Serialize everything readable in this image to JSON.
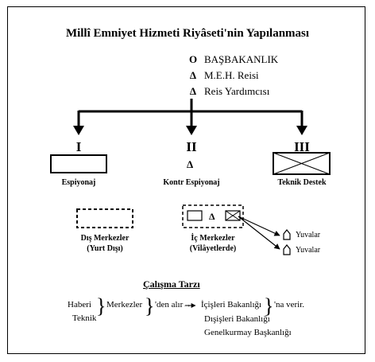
{
  "title": "Millî Emniyet Hizmeti Riyâseti'nin Yapılanması",
  "legend": [
    {
      "symbol": "O",
      "label": "BAŞBAKANLIK"
    },
    {
      "symbol": "Δ",
      "label": "M.E.H. Reisi"
    },
    {
      "symbol": "Δ",
      "label": "Reis Yardımcısı"
    }
  ],
  "branches": [
    {
      "numeral": "I",
      "label": "Espiyonaj"
    },
    {
      "numeral": "II",
      "symbol": "Δ",
      "label": "Kontr Espiyonaj"
    },
    {
      "numeral": "III",
      "label": "Teknik Destek"
    }
  ],
  "centers": {
    "dis": {
      "line1": "Dış Merkezler",
      "line2": "(Yurt Dışı)"
    },
    "ic": {
      "line1": "İç Merkezler",
      "line2": "(Vilâyetlerde)",
      "symbol": "Δ"
    },
    "yuvalar": [
      "Yuvalar",
      "Yuvalar"
    ]
  },
  "work": {
    "heading": "Çalışma Tarzı",
    "haberi": "Haberi",
    "teknik": "Teknik",
    "merkezler": "Merkezler",
    "den_alir": "'den alır→",
    "icisleri": "İçişleri Bakanlığı",
    "na_verir": "'na verir.",
    "disisleri": "Dışişleri Bakanlığı",
    "genelkurmay": "Genelkurmay Başkanlığı",
    "brace": "}"
  }
}
